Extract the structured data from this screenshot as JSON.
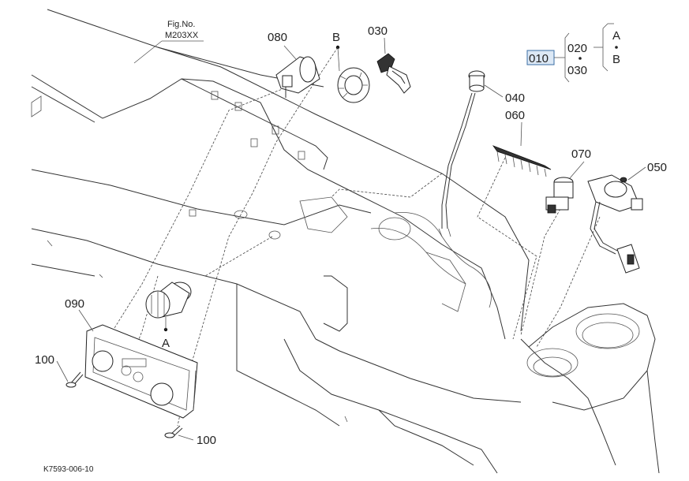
{
  "figure": {
    "fig_label": "Fig.No.",
    "fig_number": "M203XX",
    "drawing_code": "K7593-006-10"
  },
  "callouts": {
    "c010": "010",
    "c020": "020",
    "c030": "030",
    "c030_top": "030",
    "c040": "040",
    "c050": "050",
    "c060": "060",
    "c070": "070",
    "c080": "080",
    "c090": "090",
    "c100a": "100",
    "c100b": "100"
  },
  "refs": {
    "A_legend": "A",
    "B_legend": "B",
    "A_part": "A",
    "B_part": "B"
  },
  "colors": {
    "highlight_fill": "#dce8f5",
    "highlight_stroke": "#3a6ea5",
    "line": "#222222"
  }
}
